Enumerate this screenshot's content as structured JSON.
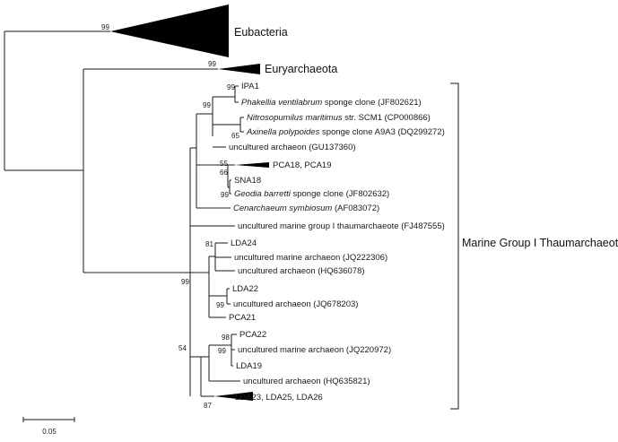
{
  "clades": {
    "eubacteria": "Eubacteria",
    "euryarchaeota": "Euryarchaeota",
    "marine_group": "Marine Group I Thaumarchaeota"
  },
  "taxa": {
    "ipa1": "IPA1",
    "phakellia_name": "Phakellia ventilabrum",
    "phakellia_rest": " sponge clone (JF802621)",
    "nitroso_name": "Nitrosopumilus maritimus",
    "nitroso_rest": " str. SCM1 (CP000866)",
    "axinella_name": "Axinella polypoides",
    "axinella_rest": " sponge clone A9A3 (DQ299272)",
    "gu137360": "uncultured archaeon (GU137360)",
    "pca18_19": "PCA18, PCA19",
    "sna18": "SNA18",
    "geodia_name": "Geodia barretti",
    "geodia_rest": " sponge clone (JF802632)",
    "cenarch_name": "Cenarchaeum symbiosum",
    "cenarch_rest": " (AF083072)",
    "fj487555": "uncultured marine group I thaumarchaeote (FJ487555)",
    "lda24": "LDA24",
    "jq222306": "uncultured marine archaeon (JQ222306)",
    "hq636078": "uncultured archaeon (HQ636078)",
    "lda22": "LDA22",
    "jq678203": "uncultured archaeon (JQ678203)",
    "pca21": "PCA21",
    "pca22": "PCA22",
    "jq220972": "uncultured marine archaeon (JQ220972)",
    "lda19": "LDA19",
    "hq635821": "uncultured archaeon (HQ635821)",
    "lda23_25_26": "LDA23, LDA25, LDA26"
  },
  "bootstrap": {
    "eubacteria": "99",
    "euryarchaeota": "99",
    "ipa1_phakellia": "99",
    "ipa_group": "99",
    "nitroso_axinella": "65",
    "sna_group": "55",
    "pca18_clade": "66",
    "sna18_geodia": "99",
    "lda24_node": "81",
    "lda22_node": "99",
    "pca22_node": "98",
    "pca22_group": "99",
    "lower_group": "54",
    "lda23_node": "87",
    "root_marine": "99"
  },
  "scale_bar": {
    "label": "0.05"
  }
}
